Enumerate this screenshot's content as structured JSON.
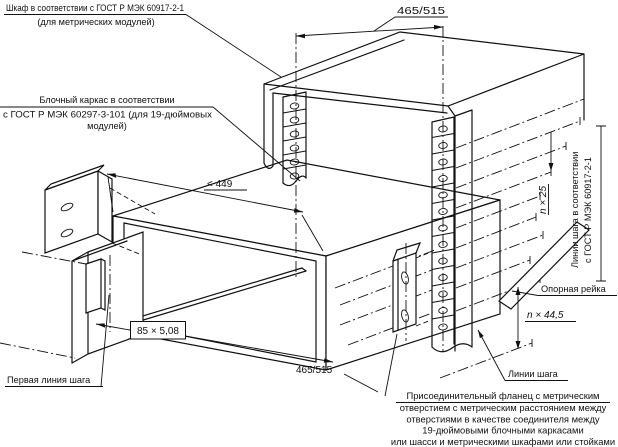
{
  "labels": {
    "cabinet": {
      "line1": "Шкаф в соответствии с ГОСТ Р МЭК 60917-2-1",
      "line2": "(для метрических модулей)"
    },
    "subrack": {
      "line1": "Блочный каркас в соответствии",
      "line2": "с ГОСТ Р МЭК 60297-3-101 (для 19-дюймовых",
      "line3": "модулей)"
    },
    "pitch_axis": {
      "line1": "Линии шага в соответствии",
      "line2": "с ГОСТ Р МЭК 60917-2-1"
    },
    "support_rail": "Опорная рейка",
    "pitch_lines": "Линии шага",
    "first_pitch_line": "Первая линия шага",
    "flange_note": {
      "line1": "Присоединительный фланец с метрическим",
      "line2": "отверстием с метрическим расстоянием между",
      "line3": "отверстиями в качестве соединителя между",
      "line4": "19-дюймовыми блочными каркасами",
      "line5": "или шасси и метрическими шкафами или стойками"
    }
  },
  "dimensions": {
    "top_width": "465/515",
    "bottom_width": "465/515",
    "subrack_width": "< 449",
    "front_pitch": "85 × 5,08",
    "metric_pitch": "n × 25",
    "inch_pitch": "n × 44,5"
  }
}
